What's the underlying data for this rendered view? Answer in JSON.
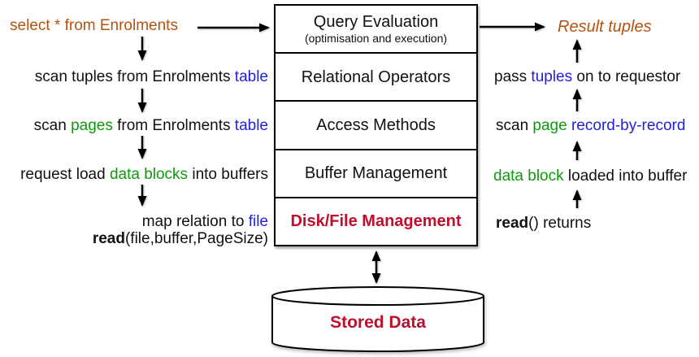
{
  "colors": {
    "black": "#111111",
    "orange": "#b5530f",
    "green": "#0d9b0d",
    "blue": "#2121dd",
    "red": "#c00f2d"
  },
  "stack": {
    "layers": [
      {
        "title": "Query Evaluation",
        "subtitle": "(optimisation and execution)",
        "color": "black",
        "bold": false
      },
      {
        "title": "Relational Operators",
        "color": "black",
        "bold": false
      },
      {
        "title": "Access Methods",
        "color": "black",
        "bold": false
      },
      {
        "title": "Buffer Management",
        "color": "black",
        "bold": false
      },
      {
        "title": "Disk/File Management",
        "color": "red",
        "bold": true
      }
    ]
  },
  "datastore": {
    "label": "Stored Data",
    "color": "red"
  },
  "left_flow": {
    "query": [
      {
        "t": "select * from Enrolments",
        "c": "orange"
      }
    ],
    "step1": [
      {
        "t": "scan tuples from Enrolments "
      },
      {
        "t": "table",
        "c": "blue"
      }
    ],
    "step2": [
      {
        "t": "scan "
      },
      {
        "t": "pages",
        "c": "green"
      },
      {
        "t": " from Enrolments "
      },
      {
        "t": "table",
        "c": "blue"
      }
    ],
    "step3": [
      {
        "t": "request load "
      },
      {
        "t": "data blocks",
        "c": "green"
      },
      {
        "t": " into buffers"
      }
    ],
    "step4a": [
      {
        "t": "map relation to "
      },
      {
        "t": "file",
        "c": "blue"
      }
    ],
    "step4b": [
      {
        "t": "read",
        "b": true
      },
      {
        "t": "(file,buffer,PageSize)"
      }
    ]
  },
  "right_flow": {
    "result": [
      {
        "t": "Result tuples",
        "c": "orange",
        "i": true
      }
    ],
    "step1": [
      {
        "t": "pass "
      },
      {
        "t": "tuples",
        "c": "blue"
      },
      {
        "t": " on to requestor"
      }
    ],
    "step2": [
      {
        "t": "scan "
      },
      {
        "t": "page",
        "c": "green"
      },
      {
        "t": " "
      },
      {
        "t": "record-by-record",
        "c": "blue"
      }
    ],
    "step3": [
      {
        "t": "data block",
        "c": "green"
      },
      {
        "t": " loaded into buffer"
      }
    ],
    "step4": [
      {
        "t": "read",
        "b": true
      },
      {
        "t": "() returns"
      }
    ]
  }
}
